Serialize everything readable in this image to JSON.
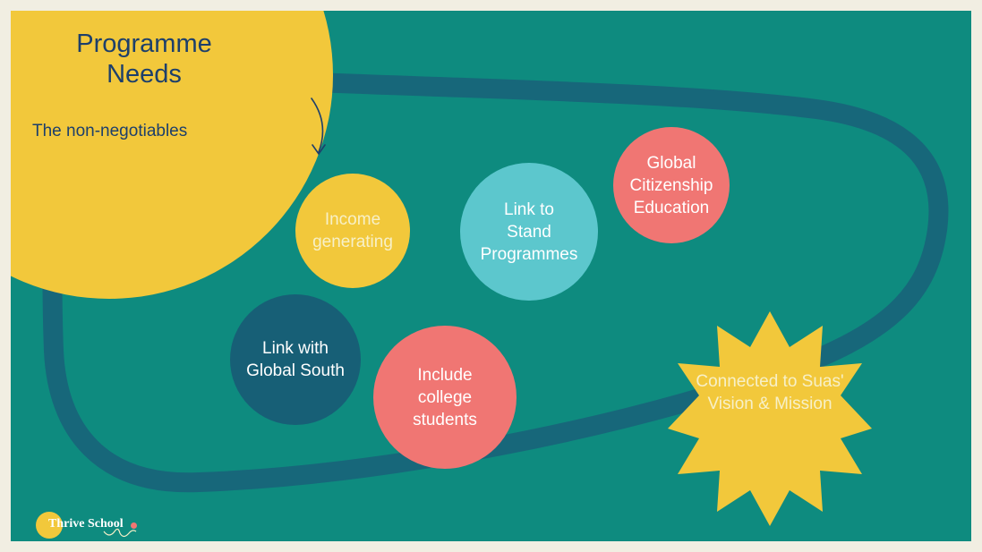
{
  "slide": {
    "title_line1": "Programme",
    "title_line2": "Needs",
    "subtitle": "The non-negotiables"
  },
  "needs": {
    "income": {
      "line1": "Income",
      "line2": "generating"
    },
    "stand": {
      "line1": "Link to",
      "line2": "Stand",
      "line3": "Programmes"
    },
    "gce": {
      "line1": "Global",
      "line2": "Citizenship",
      "line3": "Education"
    },
    "south": {
      "line1": "Link with",
      "line2": "Global South"
    },
    "college": {
      "line1": "Include",
      "line2": "college",
      "line3": "students"
    },
    "core": {
      "line1": "Connected to Suas'",
      "line2": "Vision & Mission"
    }
  },
  "logo": {
    "text": "Thrive School"
  },
  "colors": {
    "background": "#0e8b7f",
    "path": "#17677a",
    "yellow": "#f2c83b",
    "pink": "#f07673",
    "light_blue": "#5cc7cd",
    "navy": "#175f76",
    "title_text": "#1d3f6b"
  }
}
